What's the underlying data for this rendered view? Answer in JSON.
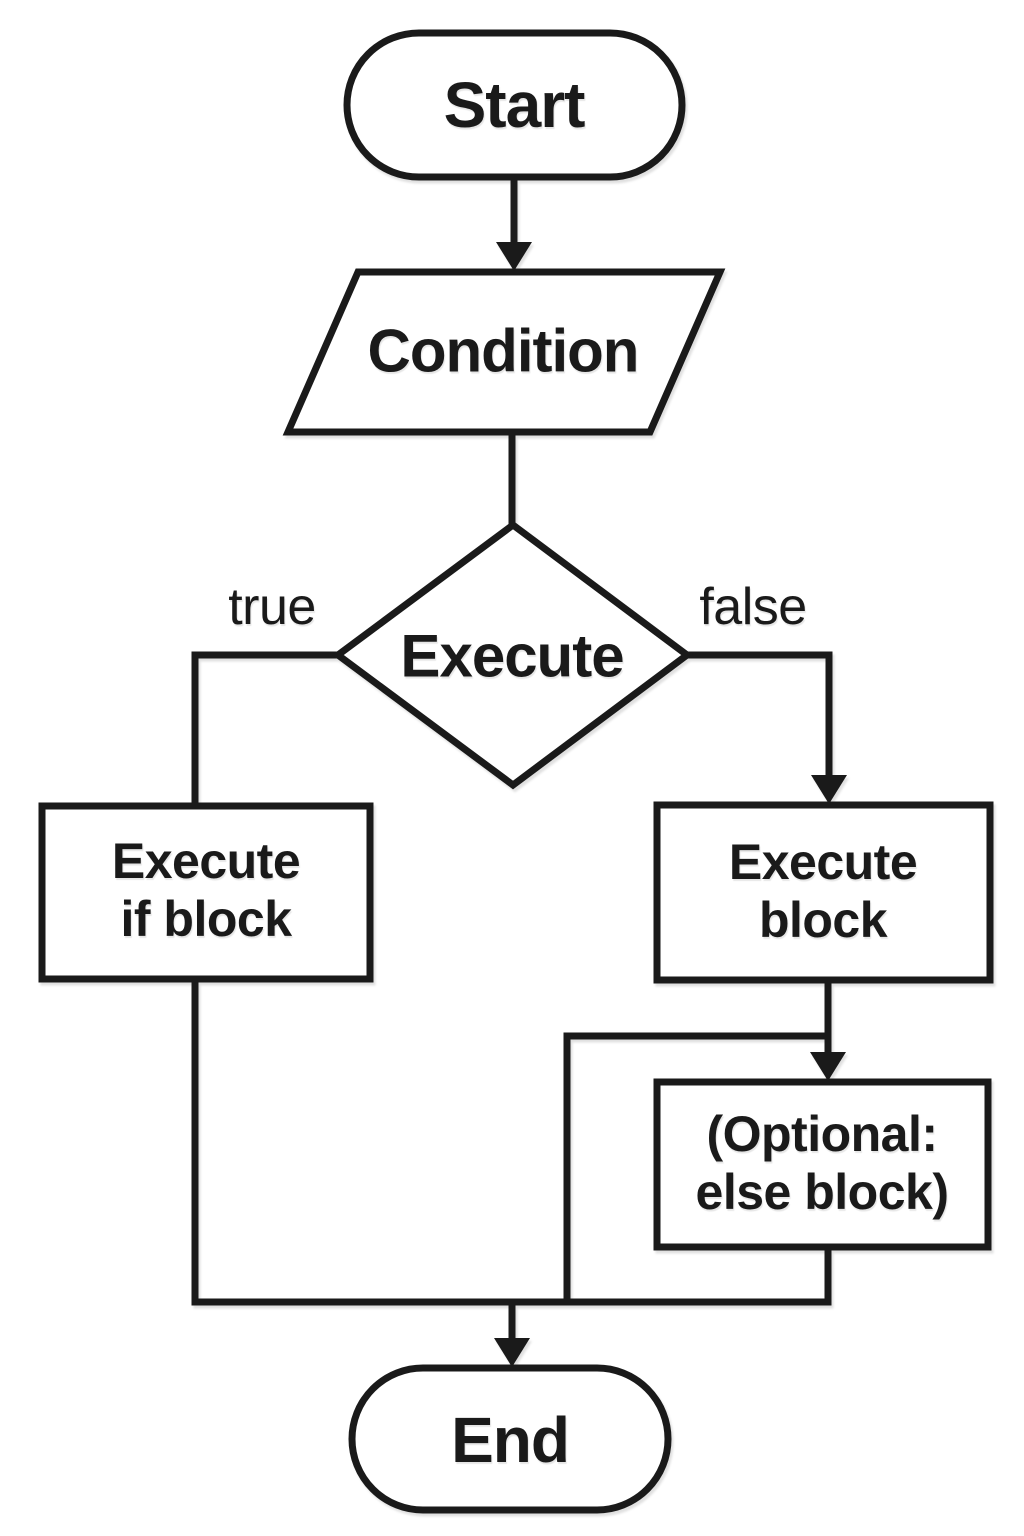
{
  "colors": {
    "stroke": "#1a1a1a",
    "background": "#ffffff"
  },
  "flowchart": {
    "start": {
      "label": "Start"
    },
    "condition": {
      "label": "Condition"
    },
    "decision": {
      "label": "Execute"
    },
    "branch_labels": {
      "true": "true",
      "false": "false"
    },
    "if_block": {
      "lines": [
        "Execute",
        "if block"
      ]
    },
    "execute_block": {
      "lines": [
        "Execute",
        "block"
      ]
    },
    "optional_else_block": {
      "lines": [
        "(Optional:",
        "else block)"
      ]
    },
    "end": {
      "label": "End"
    }
  }
}
